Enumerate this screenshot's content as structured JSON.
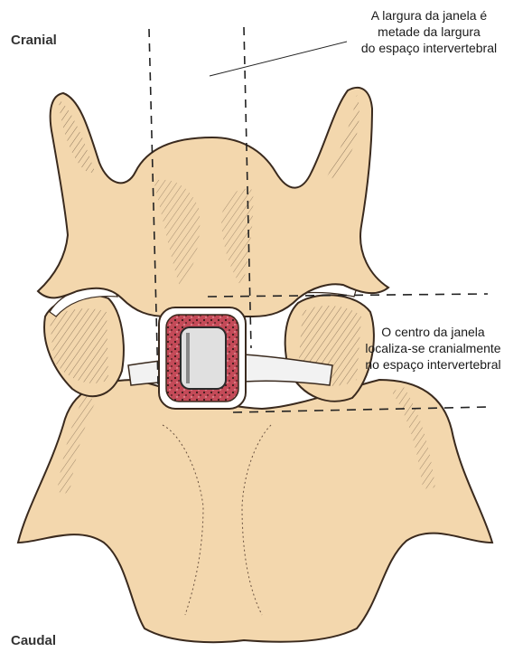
{
  "labels": {
    "cranial": "Cranial",
    "caudal": "Caudal",
    "window_width_note": [
      "A largura da janela é",
      "metade da largura",
      "do espaço intervertebral"
    ],
    "window_center_note": [
      "O centro da janela",
      "localiza-se cranialmente",
      "no espaço intervertebral"
    ]
  },
  "colors": {
    "bone": "#f3d7ad",
    "outline": "#3a2a1e",
    "window_rim": "#b63a48",
    "window_inner": "#e0e0e0",
    "disc": "#f2f2f2"
  },
  "icons": [
    "vertebra-illustration",
    "surgical-window",
    "spinal-cord"
  ]
}
